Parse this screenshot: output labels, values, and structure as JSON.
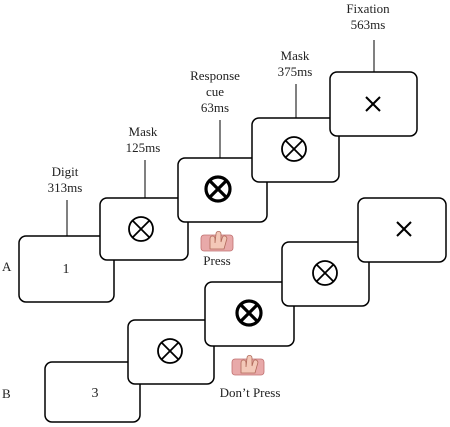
{
  "sequence_a": {
    "row_label": "A",
    "digit_value": "1",
    "response_label": "Press",
    "stages": {
      "digit": {
        "name": "Digit",
        "duration": "313ms"
      },
      "mask1": {
        "name": "Mask",
        "duration": "125ms"
      },
      "response": {
        "line1": "Response",
        "line2": "cue",
        "duration": "63ms"
      },
      "mask2": {
        "name": "Mask",
        "duration": "375ms"
      },
      "fixation": {
        "name": "Fixation",
        "duration": "563ms"
      }
    }
  },
  "sequence_b": {
    "row_label": "B",
    "digit_value": "3",
    "response_label": "Don’t Press"
  },
  "colors": {
    "card_stroke": "#000000",
    "hand_pad": "#e8a9a9",
    "hand_skin": "#f3c8b8"
  },
  "icons": {
    "mask": "circled-x-icon",
    "response_cue": "bold-circled-x-icon",
    "fixation": "x-cross-icon",
    "hand": "hand-press-icon"
  }
}
